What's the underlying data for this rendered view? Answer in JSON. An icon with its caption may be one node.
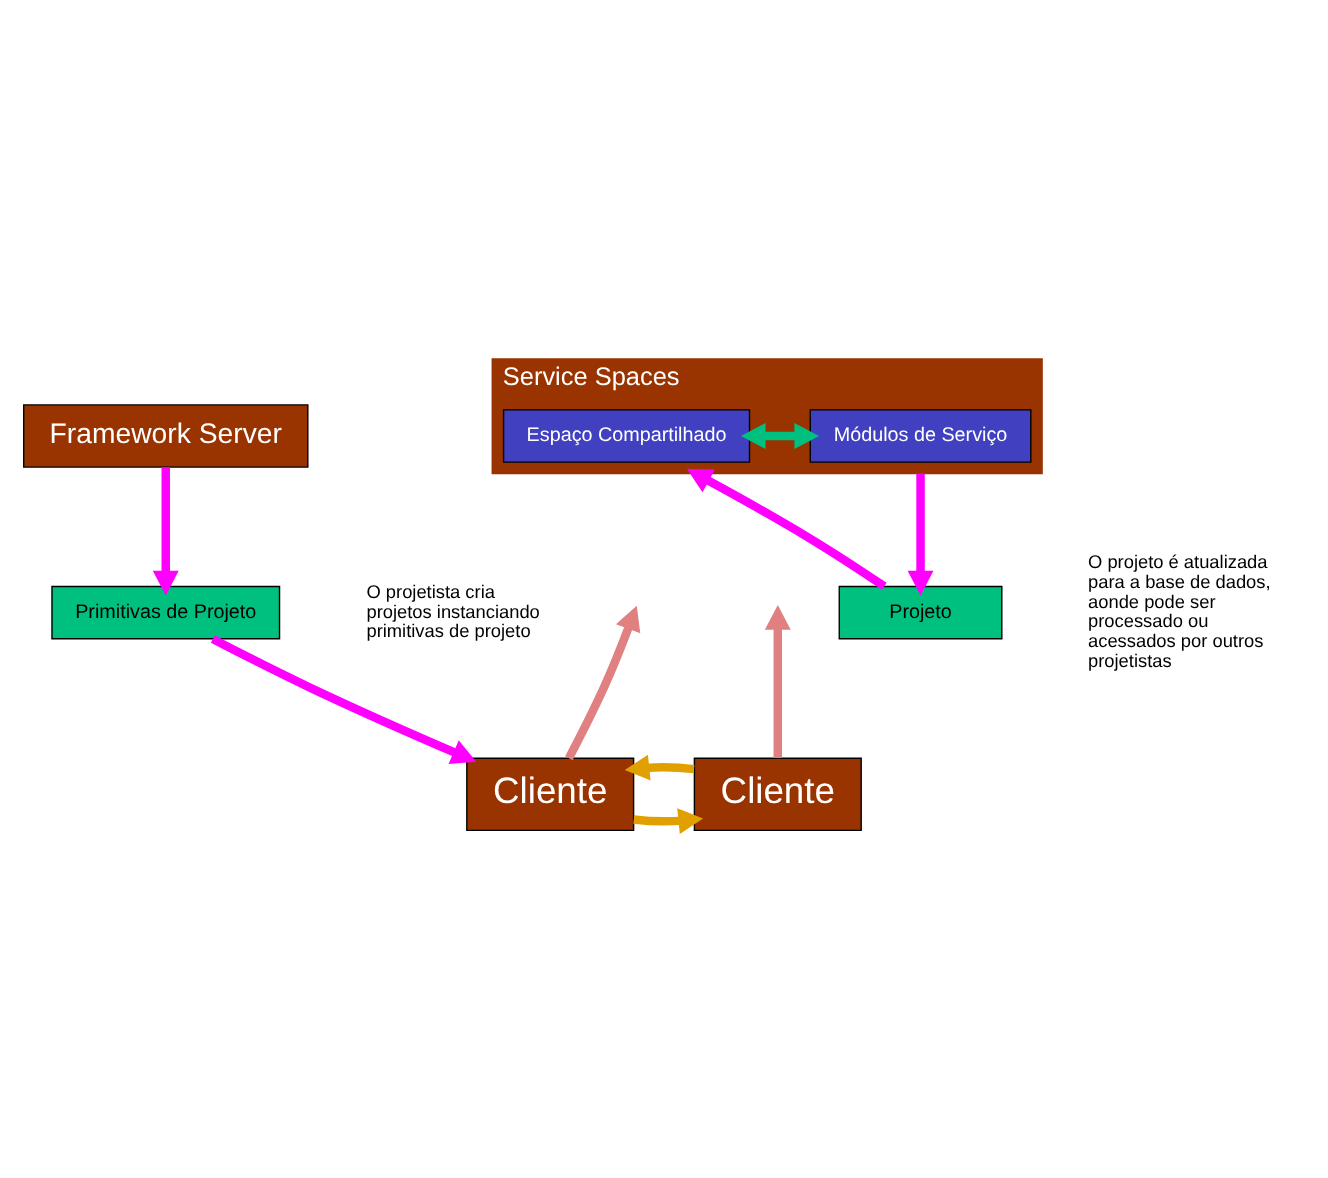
{
  "diagram": {
    "nodes": [
      {
        "text": [
          "Framework Server"
        ]
      },
      {
        "text": [
          "Service Spaces"
        ]
      },
      {
        "text": [
          "Espaço Compartilhado"
        ],
        "in": 1
      },
      {
        "text": [
          "Módulos de Serviço"
        ],
        "in": 1
      },
      {
        "text": [
          "Primitivas de Projeto"
        ]
      },
      {
        "text": [
          "Projeto"
        ]
      },
      {
        "text": [
          "Cliente"
        ]
      },
      {
        "text": [
          "Cliente"
        ]
      }
    ],
    "edges": [
      {
        "from": 0,
        "to": 4,
        "arrow": "to"
      },
      {
        "from": 2,
        "to": 3,
        "arrow": "both",
        "color": "#00c080"
      },
      {
        "from": 4,
        "to": 6,
        "arrow": "to"
      },
      {
        "from": 5,
        "to": 1,
        "arrow": "to"
      },
      {
        "from": 1,
        "to": 5,
        "arrow": "to"
      },
      {
        "from": 6,
        "to": null,
        "arrow": "to",
        "color": "#e08080"
      },
      {
        "from": 7,
        "to": null,
        "arrow": "to",
        "color": "#e08080"
      },
      {
        "from": 6,
        "to": 7,
        "arrow": "to",
        "color": "#e0a000"
      },
      {
        "from": 7,
        "to": 6,
        "arrow": "to",
        "color": "#e0a000"
      }
    ],
    "labels": [
      "O projetista cria projetos instanciando primitivas de projeto",
      "O projeto é atualizada para a base de dados, aonde pode ser processado ou acessados por outros projetistas"
    ]
  }
}
